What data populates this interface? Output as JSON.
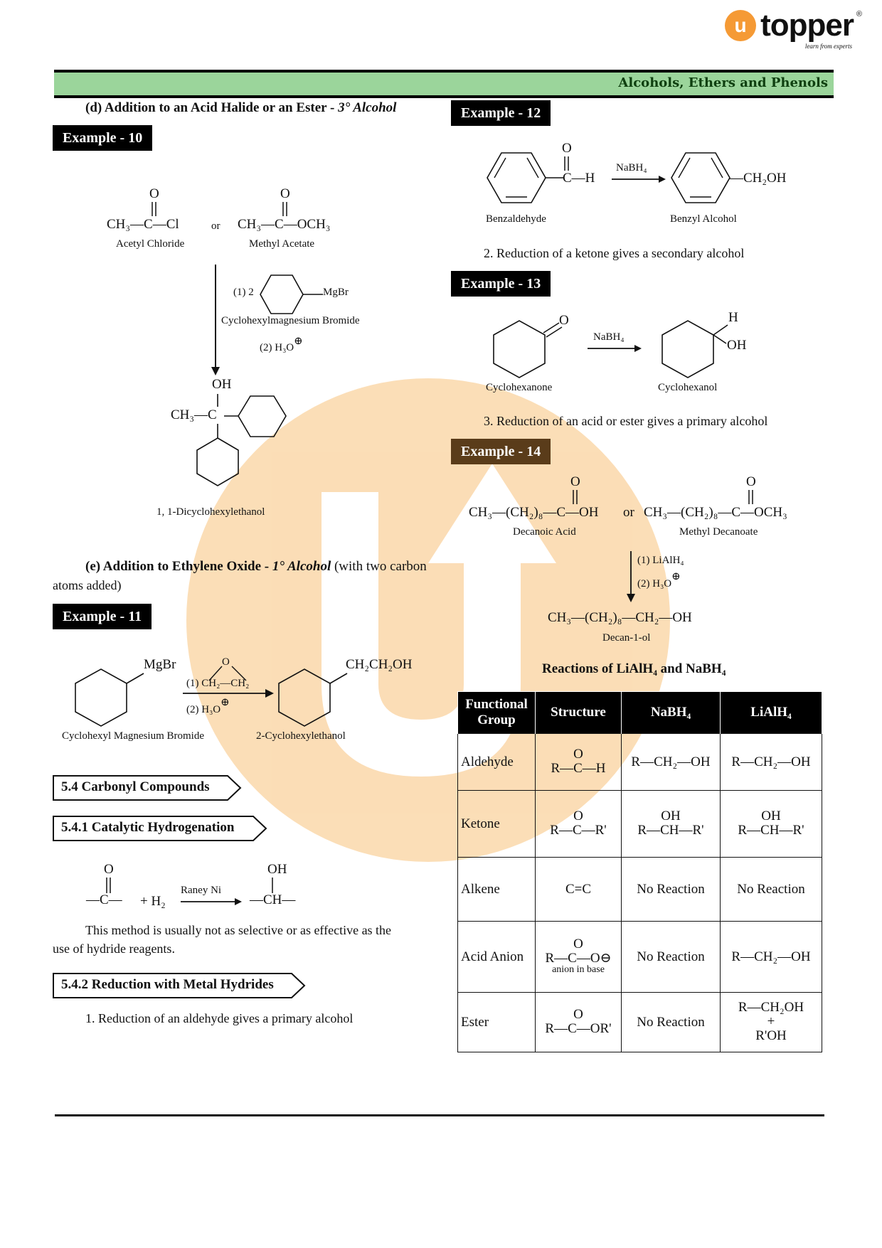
{
  "brand": {
    "name": "topper",
    "logo_letter": "u",
    "registered": "®",
    "tagline": "learn from experts",
    "accent": "#f59a35"
  },
  "header": {
    "chapter_title": "Alcohols, Ethers and Phenols",
    "band_color": "#9bd59b",
    "text_color": "#0f4010"
  },
  "left": {
    "section_d": {
      "prefix": "(d) Addition to an Acid Halide or an Ester - ",
      "italic": "3° Alcohol"
    },
    "example10": {
      "label": "Example - 10",
      "reactant1": {
        "formula_left": "CH₃—C—Cl",
        "carbonyl_o": "O",
        "name": "Acetyl Chloride"
      },
      "or": "or",
      "reactant2": {
        "formula_left": "CH₃—C—OCH₃",
        "carbonyl_o": "O",
        "name": "Methyl Acetate"
      },
      "reagent1": "(1) 2",
      "reagent1_group": "MgBr",
      "reagent1_name": "Cyclohexylmagnesium Bromide",
      "reagent2": "(2) H₃O",
      "reagent2_charge": "⊕",
      "product": {
        "oh": "OH",
        "ch3": "CH₃—C",
        "name": "1, 1-Dicyclohexylethanol"
      }
    },
    "section_e": {
      "prefix": "(e) Addition to Ethylene Oxide - ",
      "italic": "1° Alcohol",
      "suffix": " (with two carbon",
      "line2": "atoms  added)"
    },
    "example11": {
      "label": "Example - 11",
      "reactant_group": "MgBr",
      "reactant_name": "Cyclohexyl Magnesium Bromide",
      "epoxide_o": "O",
      "reagent1": "(1) CH₂—CH₂",
      "reagent2": "(2) H₃O",
      "reagent2_charge": "⊕",
      "product_group": "CH₂CH₂OH",
      "product_name": "2-Cyclohexylethanol"
    },
    "sec54": "5.4  Carbonyl Compounds",
    "sec541": "5.4.1  Catalytic Hydrogenation",
    "hydrogenation": {
      "o": "O",
      "reactant": "—C—",
      "plus_h2": "+ H₂",
      "catalyst": "Raney Ni",
      "oh": "OH",
      "product": "—CH—"
    },
    "para1_line1": "This method is usually not as selective or as effective as the",
    "para1_line2": "use  of  hydride  reagents.",
    "sec542": "5.4.2  Reduction with Metal Hydrides",
    "point1": "1. Reduction of an aldehyde gives a primary alcohol"
  },
  "right": {
    "example12": {
      "label": "Example - 12",
      "o": "O",
      "reactant_group": "C—H",
      "reagent": "NaBH₄",
      "product_group": "—CH₂OH",
      "reactant_name": "Benzaldehyde",
      "product_name": "Benzyl Alcohol"
    },
    "point2": "2. Reduction of a ketone gives a secondary alcohol",
    "example13": {
      "label": "Example - 13",
      "o": "O",
      "reagent": "NaBH₄",
      "h": "H",
      "oh": "OH",
      "reactant_name": "Cyclohexanone",
      "product_name": "Cyclohexanol"
    },
    "point3": "3. Reduction of an acid or ester gives a primary alcohol",
    "example14": {
      "label": "Example - 14",
      "label_bg": "#5a3c1a",
      "acid": "CH₃—(CH₂)₈—C—OH",
      "or": "or",
      "ester": "CH₃—(CH₂)₈—C—OCH₃",
      "o": "O",
      "acid_name": "Decanoic Acid",
      "ester_name": "Methyl Decanoate",
      "reagent1": "(1) LiAlH₄",
      "reagent2": "(2) H₃O",
      "reagent2_charge": "⊕",
      "product": "CH₃—(CH₂)₈—CH₂—OH",
      "product_name": "Decan-1-ol"
    },
    "table_title": "Reactions of LiAlH₄ and NaBH₄",
    "table": {
      "headers": [
        "Functional Group",
        "Structure",
        "NaBH₄",
        "LiAlH₄"
      ],
      "rows": [
        {
          "group": "Aldehyde",
          "structure_top": "O",
          "structure": "R—C—H",
          "structure_note": "",
          "nabh4_top": "",
          "nabh4": "R—CH₂—OH",
          "lialh4_top": "",
          "lialh4": "R—CH₂—OH",
          "lialh4_extra": ""
        },
        {
          "group": "Ketone",
          "structure_top": "O",
          "structure": "R—C—R'",
          "structure_note": "",
          "nabh4_top": "OH",
          "nabh4": "R—CH—R'",
          "lialh4_top": "OH",
          "lialh4": "R—CH—R'",
          "lialh4_extra": ""
        },
        {
          "group": "Alkene",
          "structure_top": "",
          "structure": "C=C",
          "structure_note": "",
          "nabh4_top": "",
          "nabh4": "No Reaction",
          "lialh4_top": "",
          "lialh4": "No Reaction",
          "lialh4_extra": ""
        },
        {
          "group": "Acid Anion",
          "structure_top": "O",
          "structure": "R—C—O⊖",
          "structure_note": "anion in base",
          "nabh4_top": "",
          "nabh4": "No Reaction",
          "lialh4_top": "",
          "lialh4": "R—CH₂—OH",
          "lialh4_extra": ""
        },
        {
          "group": "Ester",
          "structure_top": "O",
          "structure": "R—C—OR'",
          "structure_note": "",
          "nabh4_top": "",
          "nabh4": "No Reaction",
          "lialh4_top": "R—CH₂OH",
          "lialh4": "+",
          "lialh4_extra": "R'OH"
        }
      ]
    }
  }
}
